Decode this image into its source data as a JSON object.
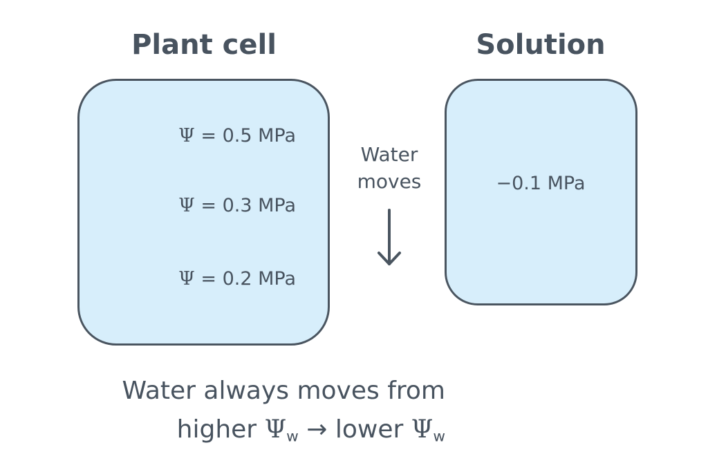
{
  "titles": {
    "left": "Plant cell",
    "right": "Solution"
  },
  "plant_cell": {
    "symbol": "Ψ",
    "values": [
      "= 0.5 MPa",
      "= 0.3 MPa",
      "= 0.2 MPa"
    ]
  },
  "solution": {
    "value": "−0.1 MPa"
  },
  "flow": {
    "line1": "Water",
    "line2": "moves",
    "arrow": "down-arrow"
  },
  "caption": {
    "line1": "Water always moves from",
    "higher": "higher ",
    "psi": "Ψ",
    "sub": "w",
    "arrow": " → ",
    "lower": "lower "
  },
  "colors": {
    "fill": "#d7eefb",
    "stroke": "#4a5560",
    "text": "#48535f"
  }
}
